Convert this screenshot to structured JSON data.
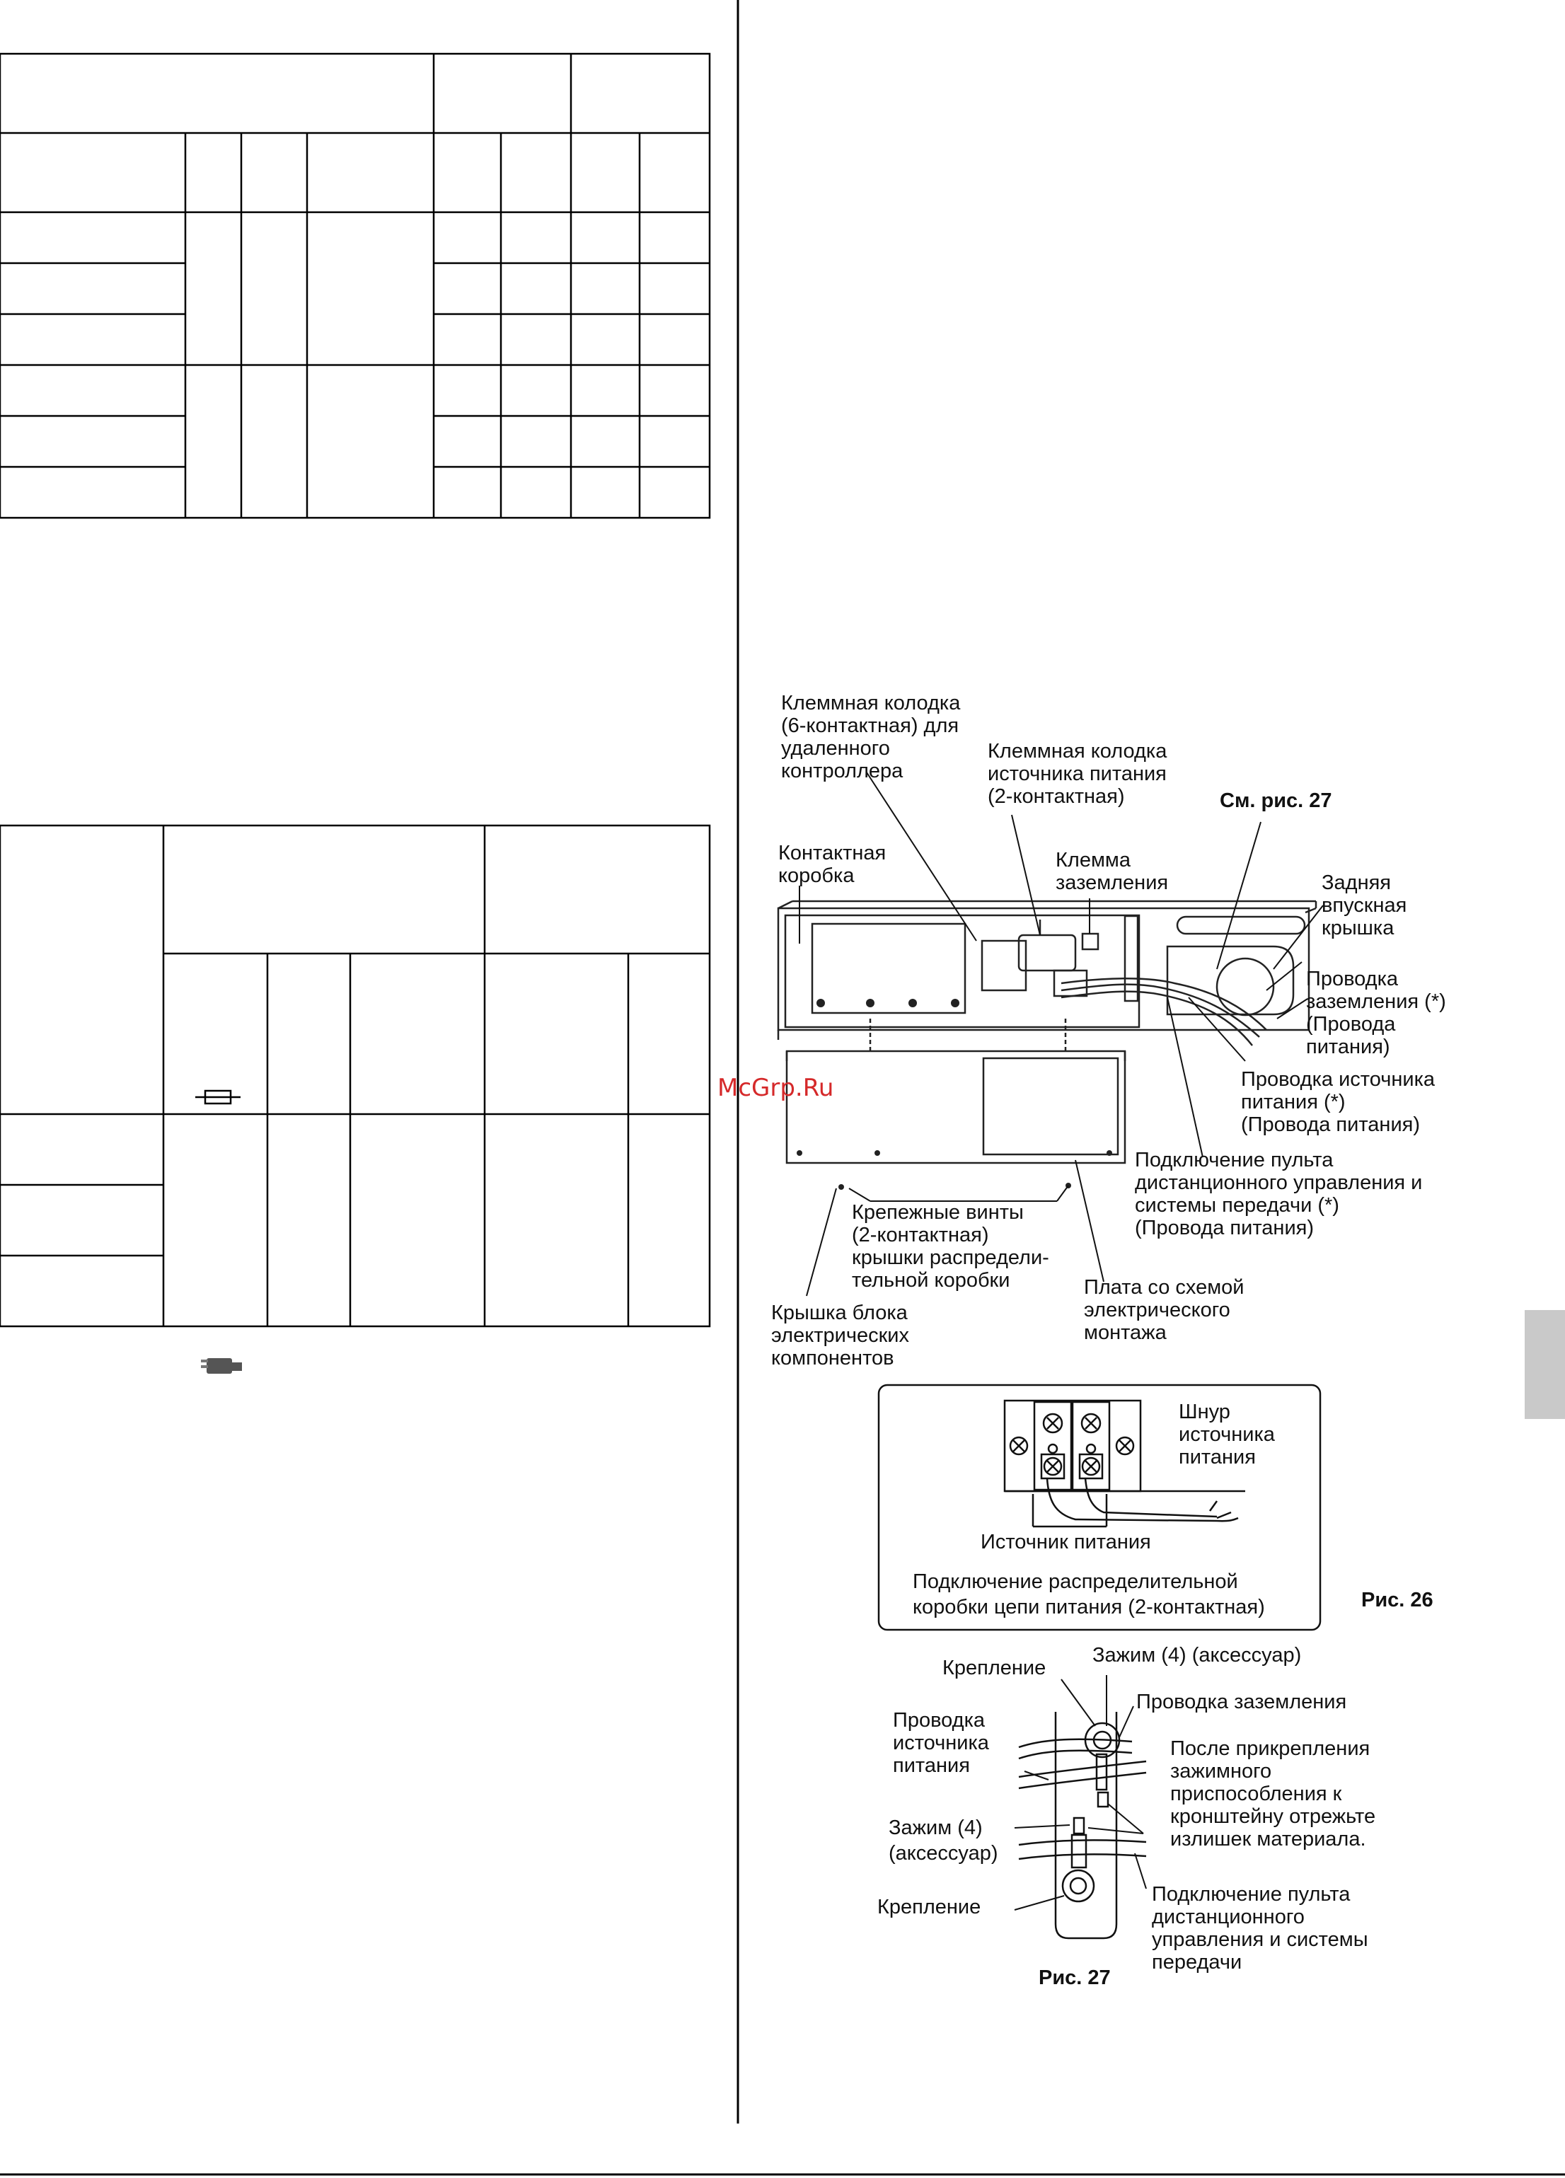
{
  "watermark": "McGrp.Ru",
  "callouts": {
    "terminal_6p": "Клеммная колодка\n(6-контактная) для\nудаленного\nконтроллера",
    "terminal_2p": "Клеммная колодка\nисточника питания\n(2-контактная)",
    "see_fig27": "См. рис. 27",
    "contact_box": "Контактная\nкоробка",
    "ground_terminal": "Клемма\nзаземления",
    "rear_cover": "Задняя\nвпускная\nкрышка",
    "ground_wiring": "Проводка\nзаземления (*)\n(Провода\nпитания)",
    "power_wiring": "Проводка источника\nпитания (*)\n(Провода питания)",
    "remote_connection": "Подключение пульта\nдистанционного управления и\nсистемы передачи (*)\n(Провода питания)",
    "fixing_screws": "Крепежные винты\n(2-контактная)\nкрышки распредели-\nтельной коробки",
    "wiring_board": "Плата со схемой\nэлектрического\nмонтажа",
    "unit_cover": "Крышка блока\nэлектрических\nкомпонентов"
  },
  "fig26": {
    "cord": "Шнур\nисточника\nпитания",
    "source": "Источник питания",
    "caption": "Подключение распределительной\nкоробки цепи питания (2-контактная)",
    "label": "Рис. 26"
  },
  "fig27": {
    "mount_top": "Крепление",
    "clamp_top": "Зажим (4) (аксессуар)",
    "ground_wiring": "Проводка заземления",
    "power_wiring": "Проводка\nисточника\nпитания",
    "after_attach": "После прикрепления\nзажимного\nприспособления к\nкронштейну отрежьте\nизлишек материала.",
    "clamp_left": "Зажим (4)\n(аксессуар)",
    "mount_bottom": "Крепление",
    "remote": "Подключение пульта\nдистанционного\nуправления и системы\nпередачи",
    "label": "Рис. 27"
  }
}
